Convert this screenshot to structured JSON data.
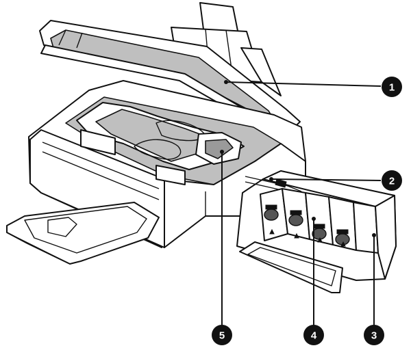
{
  "callouts": [
    {
      "id": "callout-1",
      "label": "1"
    },
    {
      "id": "callout-2",
      "label": "2"
    },
    {
      "id": "callout-3",
      "label": "3"
    },
    {
      "id": "callout-4",
      "label": "4"
    },
    {
      "id": "callout-5",
      "label": "5"
    }
  ],
  "colors": {
    "line": "#111111",
    "fill_grey": "#bfbfbf",
    "callout": "#111111"
  }
}
